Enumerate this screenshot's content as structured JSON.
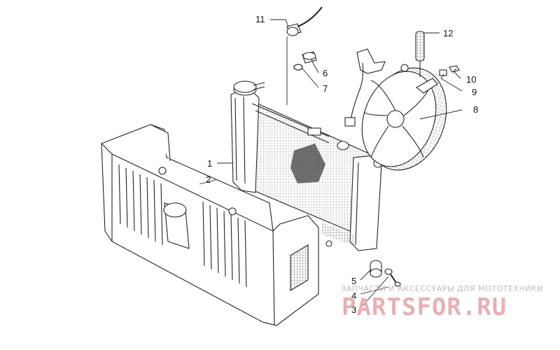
{
  "callouts": [
    {
      "id": "1",
      "label": "1"
    },
    {
      "id": "2",
      "label": "2"
    },
    {
      "id": "3",
      "label": "3"
    },
    {
      "id": "4",
      "label": "4"
    },
    {
      "id": "5",
      "label": "5"
    },
    {
      "id": "6",
      "label": "6"
    },
    {
      "id": "7",
      "label": "7"
    },
    {
      "id": "8",
      "label": "8"
    },
    {
      "id": "9",
      "label": "9"
    },
    {
      "id": "10",
      "label": "10"
    },
    {
      "id": "11",
      "label": "11"
    },
    {
      "id": "12",
      "label": "12"
    }
  ],
  "watermark": {
    "tagline": "ЗАПЧАСТИ И АКСЕССУАРЫ ДЛЯ МОТОТЕХНИКИ",
    "brand": "PARTSFOR.RU",
    "brand_color": "#e8b0b4"
  }
}
